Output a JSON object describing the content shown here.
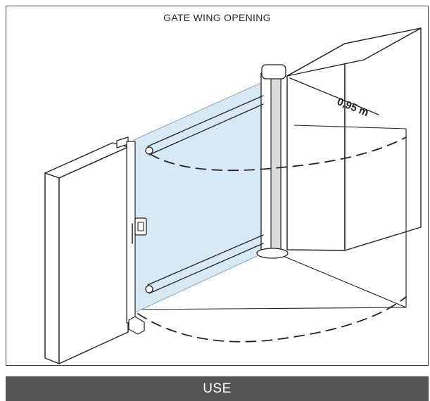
{
  "figure": {
    "title": "GATE WING OPENING",
    "measurement": "0,95 m"
  },
  "section": {
    "label": "USE"
  },
  "colors": {
    "glass_panel": "#d7e9f5",
    "frame_line": "#3a3a3a",
    "section_bar": "#555555"
  }
}
